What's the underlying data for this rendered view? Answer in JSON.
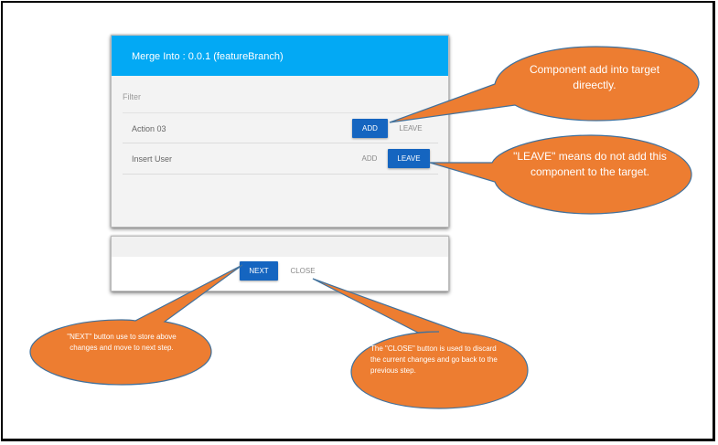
{
  "dialog": {
    "title": "Merge Into : 0.0.1 (featureBranch)",
    "filter_placeholder": "Filter",
    "rows": [
      {
        "name": "Action 03",
        "add_label": "ADD",
        "leave_label": "LEAVE",
        "selected": "ADD"
      },
      {
        "name": "Insert User",
        "add_label": "ADD",
        "leave_label": "LEAVE",
        "selected": "LEAVE"
      }
    ]
  },
  "footer": {
    "next_label": "NEXT",
    "close_label": "CLOSE"
  },
  "callouts": [
    {
      "text": "Component add into target direectly."
    },
    {
      "text": "\"LEAVE\" means do not add this component to the target."
    },
    {
      "text": "\"NEXT\" button use to store above changes and move to next step."
    },
    {
      "text": "The \"CLOSE\" button is used to discard the current changes and go back to the previous step."
    }
  ],
  "colors": {
    "header": "#03a9f4",
    "primary_button": "#1565c0",
    "callout_fill": "#ed7d31",
    "callout_stroke": "#41719c"
  }
}
